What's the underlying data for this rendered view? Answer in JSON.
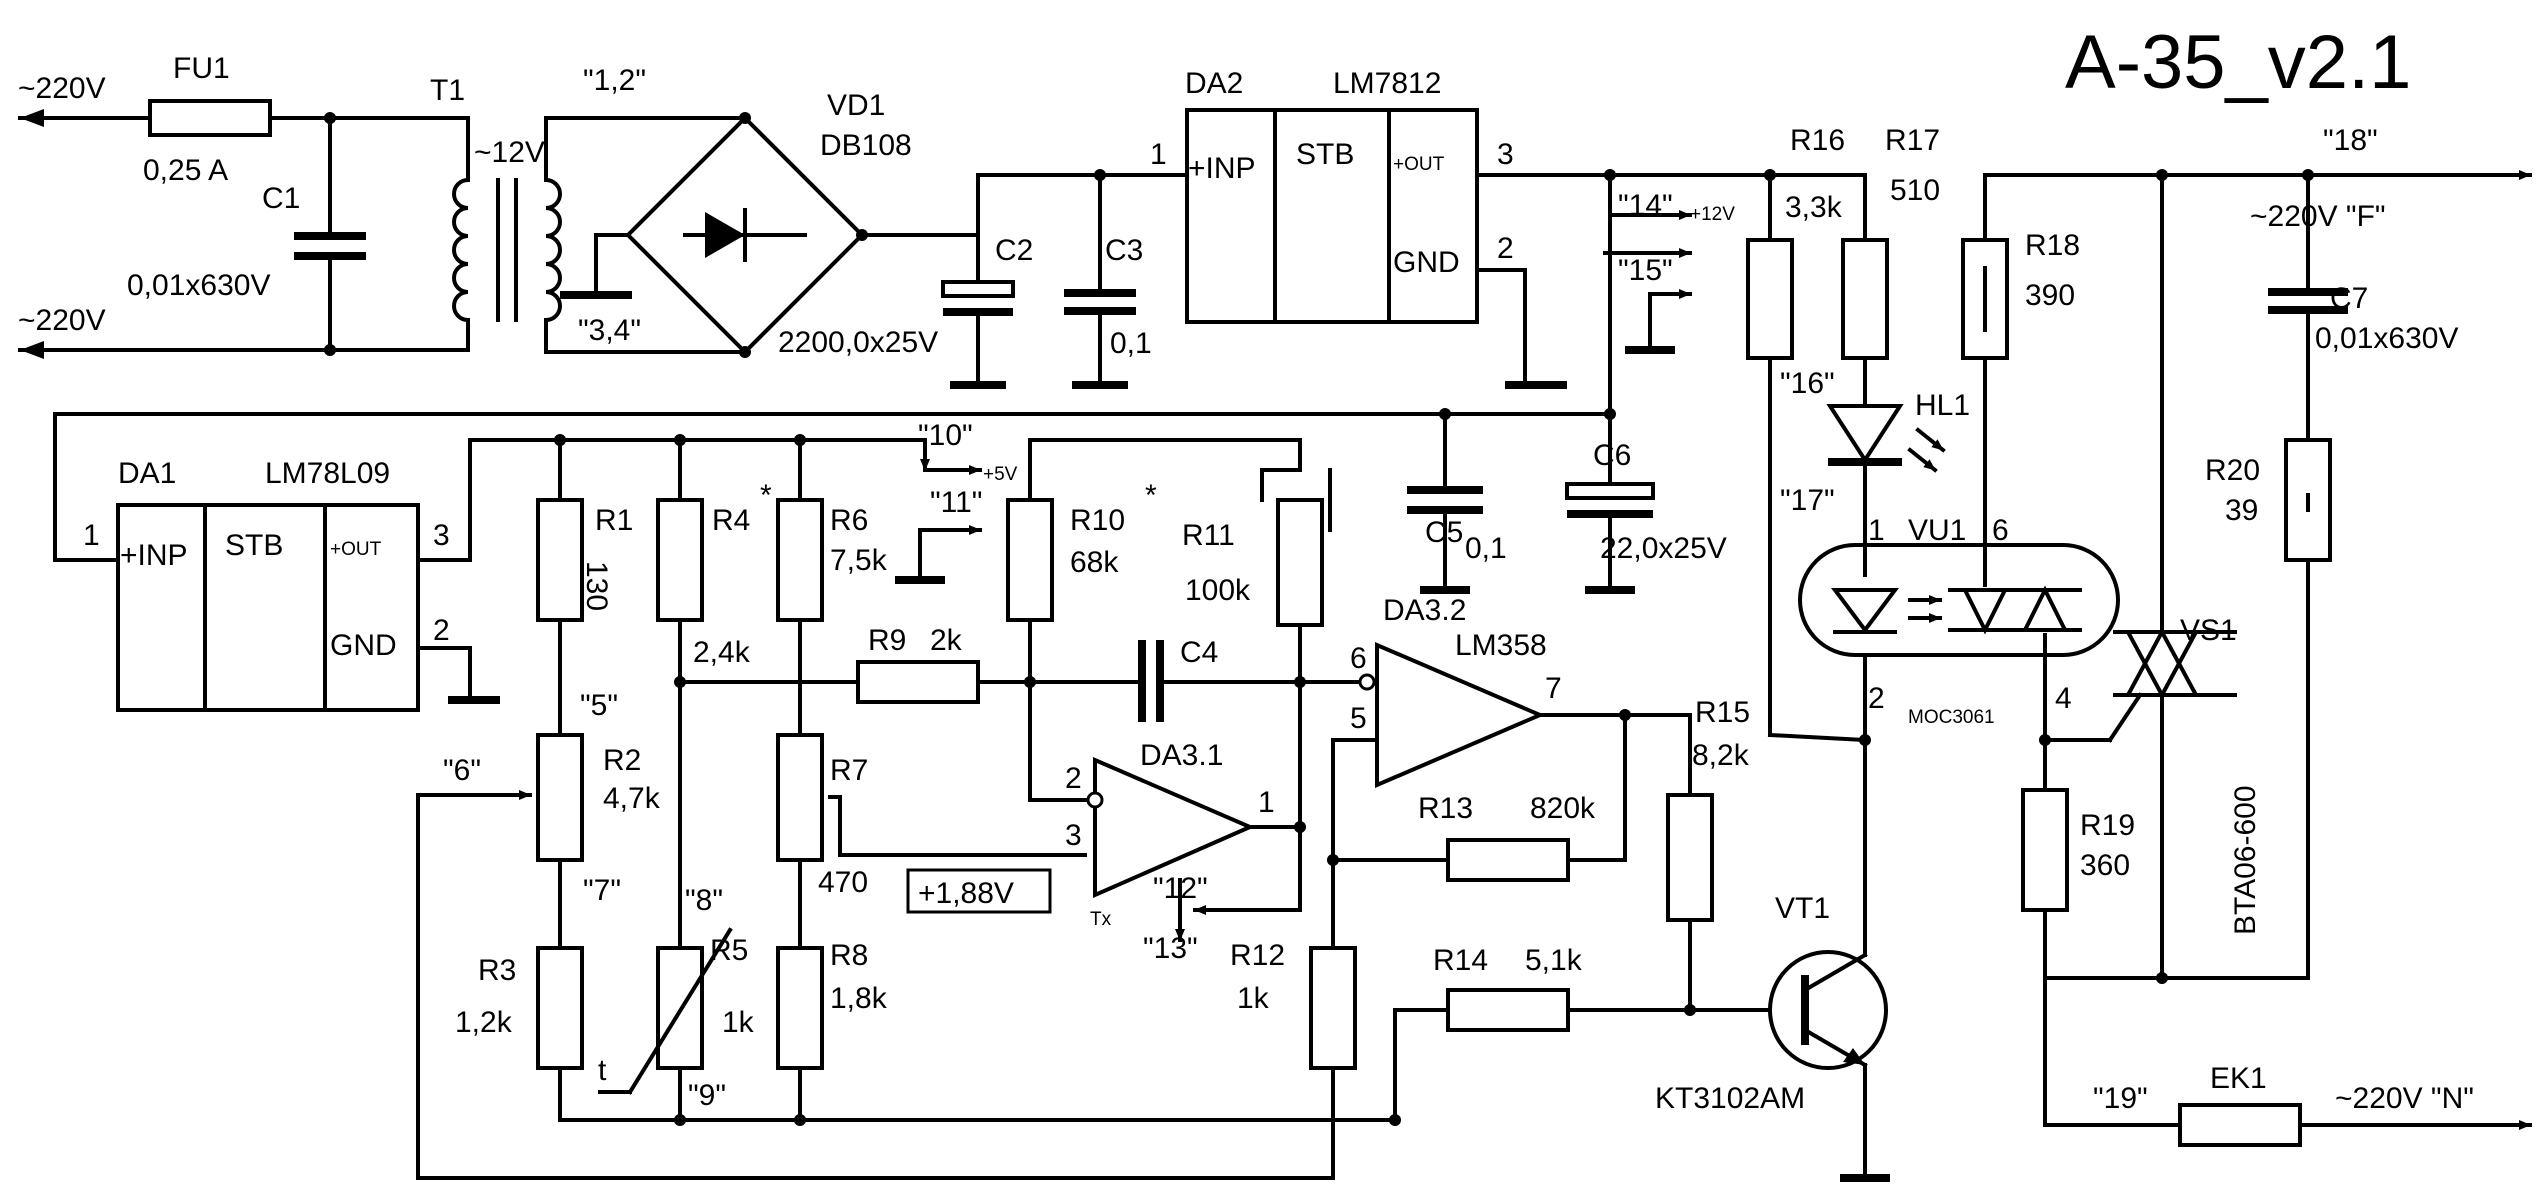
{
  "title": "A-35_v2.1",
  "mains": {
    "in_top": "~220V",
    "in_bottom": "~220V",
    "out_f": "~220V \"F\"",
    "out_n": "~220V \"N\""
  },
  "components": {
    "fu1": {
      "ref": "FU1",
      "value": "0,25 A"
    },
    "c1": {
      "ref": "C1",
      "value": "0,01x630V"
    },
    "t1": {
      "ref": "T1",
      "value": "~12V"
    },
    "vd1": {
      "ref": "VD1",
      "value": "DB108"
    },
    "c2": {
      "ref": "C2",
      "value": "2200,0x25V"
    },
    "c3": {
      "ref": "C3",
      "value": "0,1"
    },
    "da2": {
      "ref": "DA2",
      "part": "LM7812",
      "inp": "+INP",
      "stb": "STB",
      "out": "+OUT",
      "gnd": "GND",
      "pin1": "1",
      "pin2": "2",
      "pin3": "3"
    },
    "da1": {
      "ref": "DA1",
      "part": "LM78L09",
      "inp": "+INP",
      "stb": "STB",
      "out": "+OUT",
      "gnd": "GND",
      "pin1": "1",
      "pin2": "2",
      "pin3": "3"
    },
    "c5": {
      "ref": "C5",
      "value": "0,1"
    },
    "c6": {
      "ref": "C6",
      "value": "22,0x25V"
    },
    "r16": {
      "ref": "R16",
      "value": "3,3k"
    },
    "r17": {
      "ref": "R17",
      "value": "510"
    },
    "r18": {
      "ref": "R18",
      "value": "390"
    },
    "c7": {
      "ref": "C7",
      "value": "0,01x630V"
    },
    "r20": {
      "ref": "R20",
      "value": "39"
    },
    "hl1": {
      "ref": "HL1"
    },
    "vu1": {
      "ref": "VU1",
      "part": "MOC3061",
      "p1": "1",
      "p2": "2",
      "p4": "4",
      "p6": "6"
    },
    "vs1": {
      "ref": "VS1",
      "part": "BTA06-600"
    },
    "r19": {
      "ref": "R19",
      "value": "360"
    },
    "ek1": {
      "ref": "EK1"
    },
    "r1": {
      "ref": "R1",
      "value": "130"
    },
    "r4": {
      "ref": "R4",
      "star": "*",
      "value": "2,4k"
    },
    "r6": {
      "ref": "R6",
      "value": "7,5k"
    },
    "r10": {
      "ref": "R10",
      "star": "*",
      "value": "68k"
    },
    "r11": {
      "ref": "R11",
      "value": "100k"
    },
    "r9": {
      "ref": "R9",
      "value": "2k"
    },
    "c4": {
      "ref": "C4"
    },
    "r2": {
      "ref": "R2",
      "value": "4,7k"
    },
    "r7": {
      "ref": "R7",
      "value": "470"
    },
    "r3": {
      "ref": "R3",
      "value": "1,2k"
    },
    "r5": {
      "ref": "R5",
      "value": "1k",
      "t": "t"
    },
    "r8": {
      "ref": "R8",
      "value": "1,8k"
    },
    "da31": {
      "ref": "DA3.1",
      "p1": "1",
      "p2": "2",
      "p3": "3"
    },
    "da32": {
      "ref": "DA3.2",
      "part": "LM358",
      "p5": "5",
      "p6": "6",
      "p7": "7"
    },
    "r13": {
      "ref": "R13",
      "value": "820k"
    },
    "r15": {
      "ref": "R15",
      "value": "8,2k"
    },
    "r12": {
      "ref": "R12",
      "value": "1k"
    },
    "r14": {
      "ref": "R14",
      "value": "5,1k"
    },
    "vt1": {
      "ref": "VT1",
      "part": "KT3102AM"
    }
  },
  "test_points": {
    "tp12": "\"1,2\"",
    "tp34": "\"3,4\"",
    "tp5": "\"5\"",
    "tp6": "\"6\"",
    "tp7": "\"7\"",
    "tp8": "\"8\"",
    "tp9": "\"9\"",
    "tp10": "\"10\"",
    "tp11": "\"11\"",
    "tp12b": "\"12\"",
    "tp13": "\"13\"",
    "tp14": "\"14\"",
    "tp15": "\"15\"",
    "tp16": "\"16\"",
    "tp17": "\"17\"",
    "tp18": "\"18\"",
    "tp19": "\"19\""
  },
  "annotations": {
    "v12": "+12V",
    "v5": "+5V",
    "tx": "Tx",
    "vref": "+1,88V"
  }
}
